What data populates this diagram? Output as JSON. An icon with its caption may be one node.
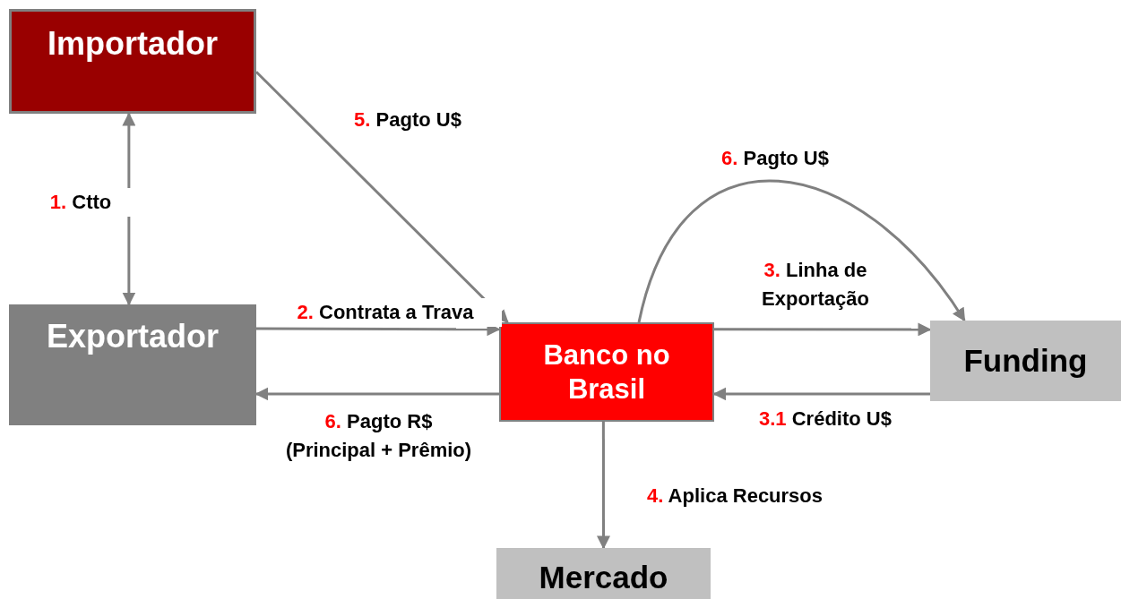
{
  "diagram": {
    "nodes": [
      {
        "text": [
          "Importador"
        ]
      },
      {
        "text": [
          "Exportador"
        ]
      },
      {
        "text": [
          "Banco no Brasil"
        ]
      },
      {
        "text": [
          "Funding"
        ]
      },
      {
        "text": [
          "Mercado"
        ]
      }
    ],
    "edges": [
      {
        "from": 1,
        "to": 0,
        "arrow": "both",
        "label": "1. Ctto"
      },
      {
        "from": 0,
        "to": 2,
        "arrow": "to",
        "label": "5. Pagto U$"
      },
      {
        "from": 1,
        "to": 2,
        "arrow": "to",
        "label": "2. Contrata a Trava"
      },
      {
        "from": 2,
        "to": 1,
        "arrow": "to",
        "label": "6. Pagto R$ (Principal + Prêmio)"
      },
      {
        "from": 2,
        "to": 3,
        "arrow": "to",
        "label": "3. Linha de Exportação"
      },
      {
        "from": 3,
        "to": 2,
        "arrow": "to",
        "label": "3.1 Crédito U$"
      },
      {
        "from": 2,
        "to": 3,
        "arrow": "to",
        "label": "6. Pagto U$"
      },
      {
        "from": 2,
        "to": 4,
        "arrow": "to",
        "label": "4. Aplica Recursos"
      }
    ]
  }
}
